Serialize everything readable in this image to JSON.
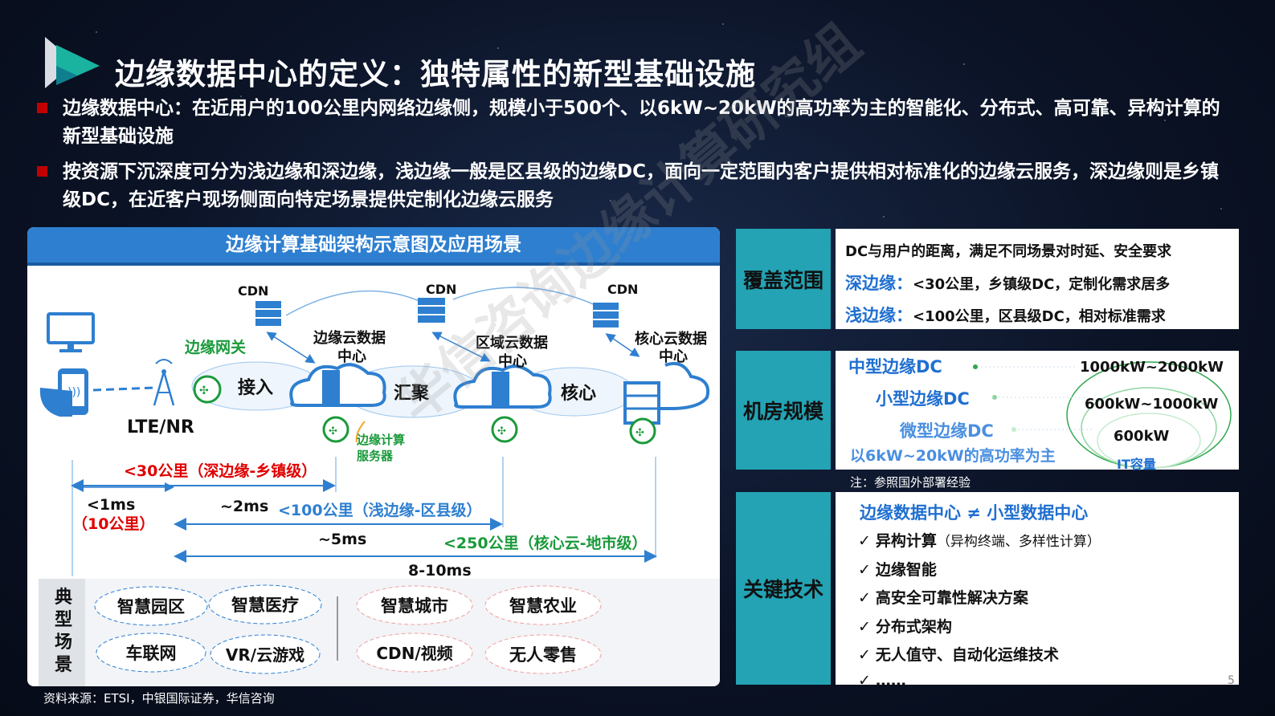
{
  "title": "边缘数据中心的定义：独特属性的新型基础设施",
  "bullets": [
    "边缘数据中心：在近用户的100公里内网络边缘侧，规模小于500个、以6kW~20kW的高功率为主的智能化、分布式、高可靠、异构计算的新型基础设施",
    "按资源下沉深度可分为浅边缘和深边缘，浅边缘一般是区县级的边缘DC，面向一定范围内客户提供相对标准化的边缘云服务，深边缘则是乡镇级DC，在近客户现场侧面向特定场景提供定制化边缘云服务"
  ],
  "diagram": {
    "header": "边缘计算基础架构示意图及应用场景",
    "cdn_labels": [
      "CDN",
      "CDN",
      "CDN"
    ],
    "gateway": "边缘网关",
    "lte": "LTE/NR",
    "nodes": [
      "边缘云数据中心",
      "区域云数据中心",
      "核心云数据中心"
    ],
    "node_lines": [
      [
        "边缘云数据",
        "中心"
      ],
      [
        "区域云数据",
        "中心"
      ],
      [
        "核心云数据",
        "中心"
      ]
    ],
    "segments": [
      "接入",
      "汇聚",
      "核心"
    ],
    "server_label": [
      "边缘计算",
      "服务器"
    ],
    "distances": {
      "d30": "<30公里（深边缘-乡镇级）",
      "d1ms": "<1ms",
      "d10km": "（10公里）",
      "d2ms": "~2ms",
      "d100": "<100公里（浅边缘-区县级）",
      "d5ms": "~5ms",
      "d250": "<250公里（核心云-地市级）",
      "d810": "8-10ms"
    },
    "scenario_label": [
      "典",
      "型",
      "场",
      "景"
    ],
    "scenarios_left": [
      "智慧园区",
      "智慧医疗",
      "车联网",
      "VR/云游戏"
    ],
    "scenarios_right": [
      "智慧城市",
      "智慧农业",
      "CDN/视频",
      "无人零售"
    ]
  },
  "coverage": {
    "label": "覆盖范围",
    "line1": "DC与用户的距离，满足不同场景对时延、安全要求",
    "deep_key": "深边缘：",
    "deep_val": "<30公里，乡镇级DC，定制化需求居多",
    "shallow_key": "浅边缘：",
    "shallow_val": "<100公里，区县级DC，相对标准需求"
  },
  "scale": {
    "label": "机房规模",
    "mid": "中型边缘DC",
    "small": "小型边缘DC",
    "micro": "微型边缘DC",
    "power_note": "以6kW~20kW的高功率为主",
    "p1": "1000kW~2000kW",
    "p2": "600kW~1000kW",
    "p3": "600kW",
    "it": "IT容量",
    "note": "注：参照国外部署经验"
  },
  "tech": {
    "label": "关键技术",
    "heading": "边缘数据中心 ≠ 小型数据中心",
    "items": [
      {
        "main": "异构计算",
        "sub": "（异构终端、多样性计算）"
      },
      {
        "main": "边缘智能",
        "sub": ""
      },
      {
        "main": "高安全可靠性解决方案",
        "sub": ""
      },
      {
        "main": "分布式架构",
        "sub": ""
      },
      {
        "main": "无人值守、自动化运维技术",
        "sub": ""
      },
      {
        "main": "……",
        "sub": ""
      }
    ],
    "check": "✓"
  },
  "source": "资料来源：ETSI，中银国际证券，华信咨询",
  "page": "5",
  "watermark": "华信咨询边缘计算研究组",
  "colors": {
    "accent_blue": "#2e7fd0",
    "teal": "#23a3b4",
    "red": "#e00000",
    "green": "#1a9a3a",
    "title_blue": "#1f6fd0"
  }
}
